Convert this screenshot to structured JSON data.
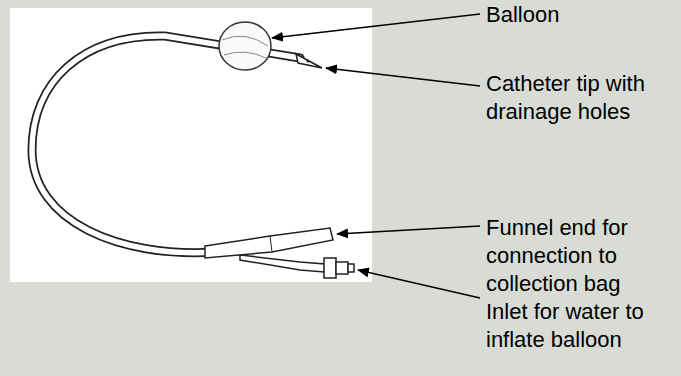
{
  "diagram": {
    "labels": [
      "Balloon",
      "Catheter tip with drainage holes",
      "Funnel end for connection to collection bag",
      "Inlet for water to inflate balloon"
    ]
  }
}
